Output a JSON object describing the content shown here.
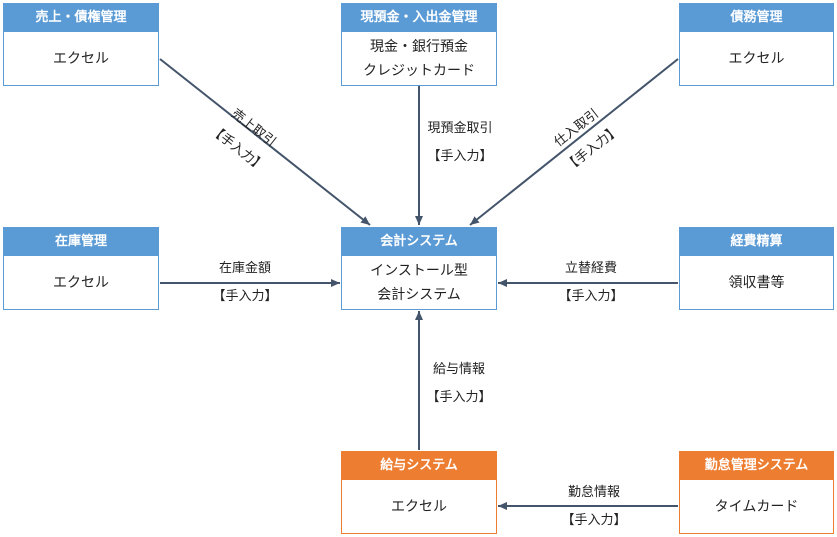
{
  "boxes": {
    "sales": {
      "title": "売上・債権管理",
      "lines": [
        "エクセル"
      ]
    },
    "cash": {
      "title": "現預金・入出金管理",
      "lines": [
        "現金・銀行預金",
        "クレジットカード"
      ]
    },
    "payables": {
      "title": "債務管理",
      "lines": [
        "エクセル"
      ]
    },
    "inventory": {
      "title": "在庫管理",
      "lines": [
        "エクセル"
      ]
    },
    "accounting": {
      "title": "会計システム",
      "lines": [
        "インストール型",
        "会計システム"
      ]
    },
    "expenses": {
      "title": "経費精算",
      "lines": [
        "領収書等"
      ]
    },
    "payroll": {
      "title": "給与システム",
      "lines": [
        "エクセル"
      ]
    },
    "attendance": {
      "title": "勤怠管理システム",
      "lines": [
        "タイムカード"
      ]
    }
  },
  "flows": {
    "sales_to_acc": {
      "line1": "売上取引",
      "line2": "【手入力】"
    },
    "cash_to_acc": {
      "line1": "現預金取引",
      "line2": "【手入力】"
    },
    "payables_to_acc": {
      "line1": "仕入取引",
      "line2": "【手入力】"
    },
    "inventory_to_acc": {
      "line1": "在庫金額",
      "line2": "【手入力】"
    },
    "expenses_to_acc": {
      "line1": "立替経費",
      "line2": "【手入力】"
    },
    "payroll_to_acc": {
      "line1": "給与情報",
      "line2": "【手入力】"
    },
    "attendance_to_payroll": {
      "line1": "勤怠情報",
      "line2": "【手入力】"
    }
  },
  "colors": {
    "system": "#5b9bd5",
    "hr": "#ed7d31",
    "arrow": "#44546a"
  }
}
